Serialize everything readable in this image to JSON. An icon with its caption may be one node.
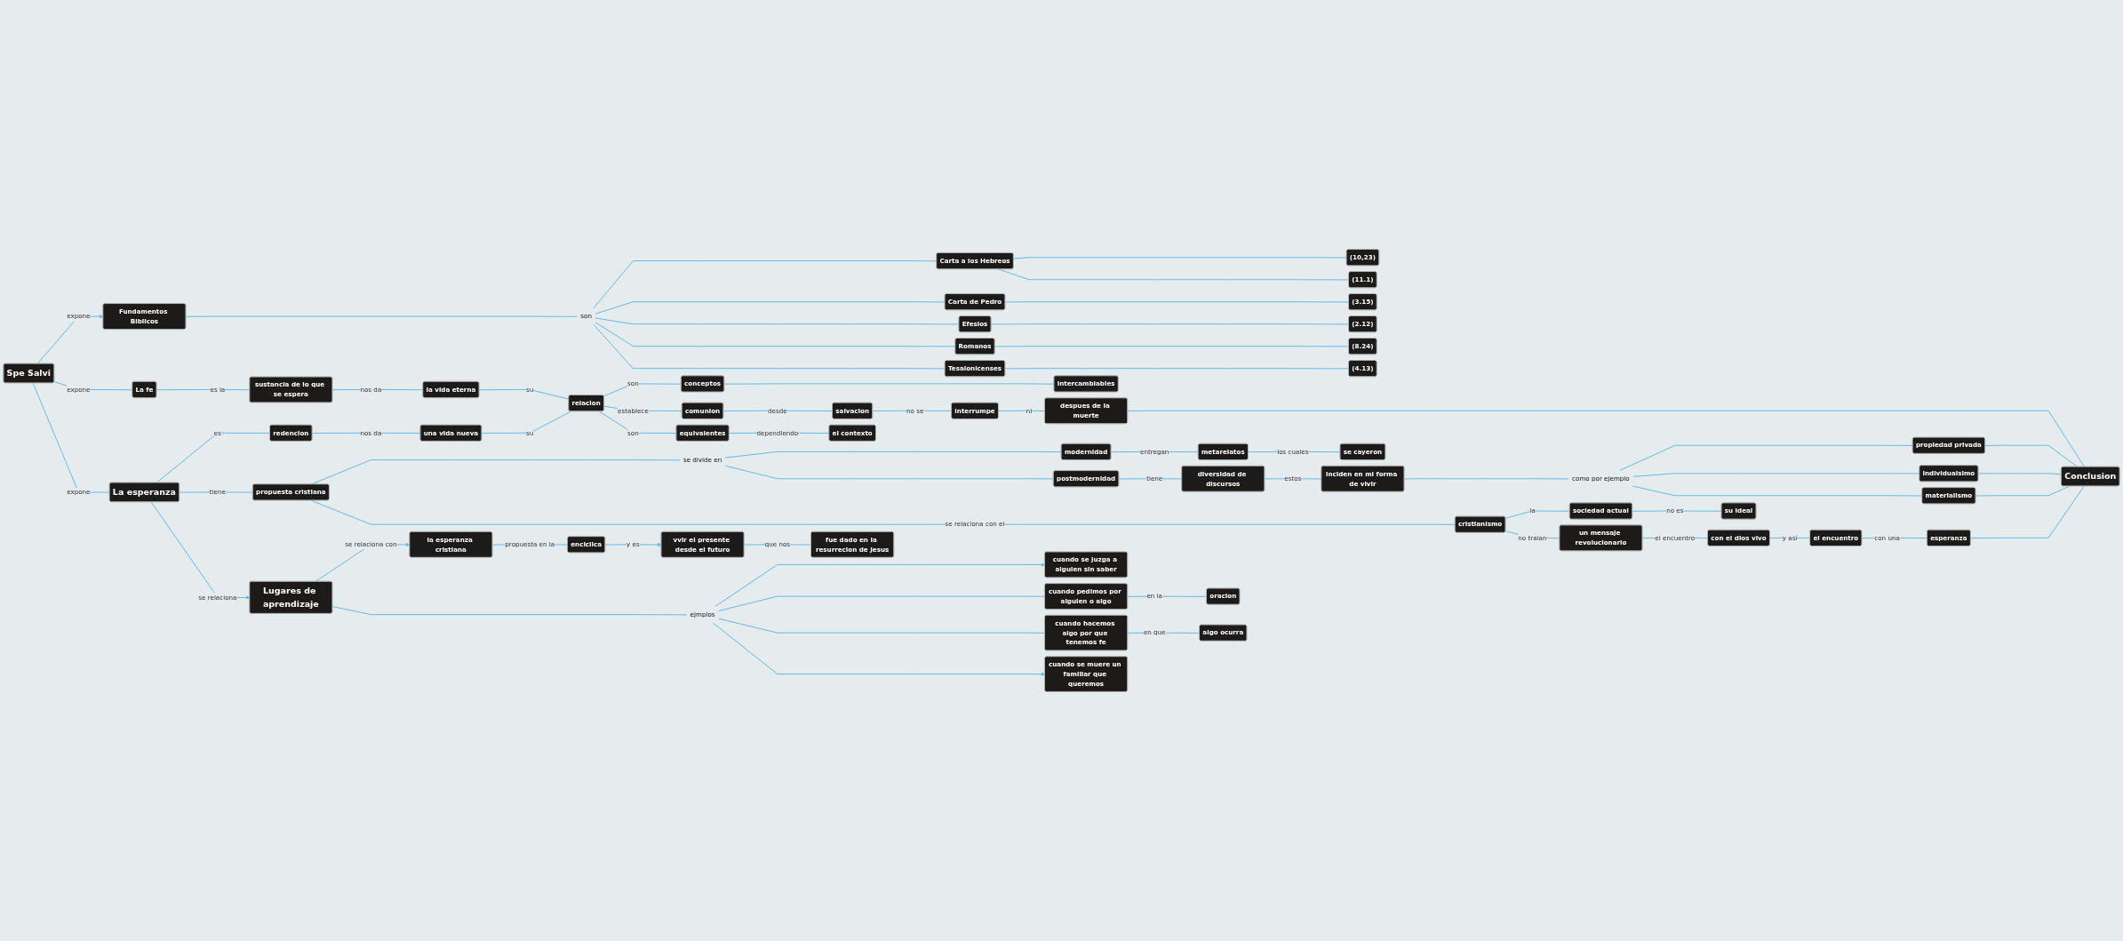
{
  "diagram": {
    "nodes": [
      {
        "text": [
          "Spe Salvi"
        ]
      },
      {
        "text": [
          "Fundamentos Biblicos"
        ]
      },
      {
        "text": [
          "La fe"
        ]
      },
      {
        "text": [
          "La esperanza"
        ]
      },
      {
        "text": [
          "son"
        ]
      },
      {
        "text": [
          "Carta a los Hebreos"
        ]
      },
      {
        "text": [
          "Carta de Pedro"
        ]
      },
      {
        "text": [
          "Efesios"
        ]
      },
      {
        "text": [
          "Romanos"
        ]
      },
      {
        "text": [
          "Tesalonicenses"
        ]
      },
      {
        "text": [
          "(10,23)"
        ]
      },
      {
        "text": [
          "(11.1)"
        ]
      },
      {
        "text": [
          "(3.15)"
        ]
      },
      {
        "text": [
          "(2.12)"
        ]
      },
      {
        "text": [
          "(8.24)"
        ]
      },
      {
        "text": [
          "(4.13)"
        ]
      },
      {
        "text": [
          "sustancia de lo que se espera"
        ]
      },
      {
        "text": [
          "la vida eterna"
        ]
      },
      {
        "text": [
          "redencion"
        ]
      },
      {
        "text": [
          "una vida nueva"
        ]
      },
      {
        "text": [
          "relacion"
        ]
      },
      {
        "text": [
          "conceptos"
        ]
      },
      {
        "text": [
          "intercambiables"
        ]
      },
      {
        "text": [
          "comunion"
        ]
      },
      {
        "text": [
          "salvacion"
        ]
      },
      {
        "text": [
          "interrumpe"
        ]
      },
      {
        "text": [
          "despues de la muerte"
        ]
      },
      {
        "text": [
          "equivalentes"
        ]
      },
      {
        "text": [
          "el contexto"
        ]
      },
      {
        "text": [
          "propuesta cristiana"
        ]
      },
      {
        "text": [
          "se divide en"
        ]
      },
      {
        "text": [
          "modernidad"
        ]
      },
      {
        "text": [
          "postmodernidad"
        ]
      },
      {
        "text": [
          "cristianismo"
        ]
      },
      {
        "text": [
          "metarelatos"
        ]
      },
      {
        "text": [
          "se cayeron"
        ]
      },
      {
        "text": [
          "diversidad de discursos"
        ]
      },
      {
        "text": [
          "inciden en mi forma de vivir"
        ]
      },
      {
        "text": [
          "como por ejemplo"
        ]
      },
      {
        "text": [
          "propiedad privada"
        ]
      },
      {
        "text": [
          "individualsimo"
        ]
      },
      {
        "text": [
          "materialismo"
        ]
      },
      {
        "text": [
          "sociedad actual"
        ]
      },
      {
        "text": [
          "su ideal"
        ]
      },
      {
        "text": [
          "un mensaje revolucionario"
        ]
      },
      {
        "text": [
          "con el dios vivo"
        ]
      },
      {
        "text": [
          "el encuentro"
        ]
      },
      {
        "text": [
          "esperanza"
        ]
      },
      {
        "text": [
          "Conclusion"
        ]
      },
      {
        "text": [
          "Lugares de aprendizaje"
        ]
      },
      {
        "text": [
          "ejmplos"
        ]
      },
      {
        "text": [
          "la esperanza cristiana"
        ]
      },
      {
        "text": [
          "enciclica"
        ]
      },
      {
        "text": [
          "vvir el presente desde el futuro"
        ]
      },
      {
        "text": [
          "fue dado en la resurrecion de Jesus"
        ]
      },
      {
        "text": [
          "cuando se juzga a alguien sin saber"
        ]
      },
      {
        "text": [
          "cuando pedimos por alguien o algo"
        ]
      },
      {
        "text": [
          "cuando hacemos algo por que tenemos fe"
        ]
      },
      {
        "text": [
          "cuando se muere un familiar que queremos"
        ]
      },
      {
        "text": [
          "oracion"
        ]
      },
      {
        "text": [
          "algo ocurra"
        ]
      }
    ],
    "edges": [
      {
        "from": 0,
        "to": 1,
        "arrow": "to",
        "label": "expone"
      },
      {
        "from": 0,
        "to": 2,
        "arrow": "none",
        "label": "expone"
      },
      {
        "from": 0,
        "to": 3,
        "arrow": "none",
        "label": "expone"
      },
      {
        "from": 1,
        "to": 4,
        "arrow": "none"
      },
      {
        "from": 4,
        "to": 5,
        "arrow": "none"
      },
      {
        "from": 4,
        "to": 6,
        "arrow": "none"
      },
      {
        "from": 4,
        "to": 7,
        "arrow": "none"
      },
      {
        "from": 4,
        "to": 8,
        "arrow": "none"
      },
      {
        "from": 4,
        "to": 9,
        "arrow": "none"
      },
      {
        "from": 5,
        "to": 10,
        "arrow": "none"
      },
      {
        "from": 5,
        "to": 11,
        "arrow": "none"
      },
      {
        "from": 6,
        "to": 12,
        "arrow": "none"
      },
      {
        "from": 7,
        "to": 13,
        "arrow": "none"
      },
      {
        "from": 8,
        "to": 14,
        "arrow": "none"
      },
      {
        "from": 9,
        "to": 15,
        "arrow": "none"
      },
      {
        "from": 2,
        "to": 16,
        "arrow": "none",
        "label": "es la"
      },
      {
        "from": 16,
        "to": 17,
        "arrow": "none",
        "label": "nos da"
      },
      {
        "from": 3,
        "to": 18,
        "arrow": "none",
        "label": "es"
      },
      {
        "from": 18,
        "to": 19,
        "arrow": "none",
        "label": "nos da"
      },
      {
        "from": 17,
        "to": 20,
        "arrow": "none",
        "label": "su"
      },
      {
        "from": 19,
        "to": 20,
        "arrow": "none",
        "label": "su"
      },
      {
        "from": 20,
        "to": 21,
        "arrow": "none",
        "label": "son"
      },
      {
        "from": 20,
        "to": 23,
        "arrow": "none",
        "label": "establece"
      },
      {
        "from": 20,
        "to": 27,
        "arrow": "none",
        "label": "son"
      },
      {
        "from": 21,
        "to": 22,
        "arrow": "none"
      },
      {
        "from": 23,
        "to": 24,
        "arrow": "none",
        "label": "desde"
      },
      {
        "from": 24,
        "to": 25,
        "arrow": "none",
        "label": "no se"
      },
      {
        "from": 25,
        "to": 26,
        "arrow": "none",
        "label": "ni"
      },
      {
        "from": 27,
        "to": 28,
        "arrow": "none",
        "label": "dependiendo"
      },
      {
        "from": 3,
        "to": 29,
        "arrow": "none",
        "label": "tiene"
      },
      {
        "from": 29,
        "to": 30,
        "arrow": "none"
      },
      {
        "from": 30,
        "to": 31,
        "arrow": "none"
      },
      {
        "from": 30,
        "to": 32,
        "arrow": "none"
      },
      {
        "from": 29,
        "to": 33,
        "arrow": "none",
        "label": "se relaciona con el"
      },
      {
        "from": 31,
        "to": 34,
        "arrow": "none",
        "label": "entregan"
      },
      {
        "from": 34,
        "to": 35,
        "arrow": "none",
        "label": "los cuales"
      },
      {
        "from": 32,
        "to": 36,
        "arrow": "none",
        "label": "tiene"
      },
      {
        "from": 36,
        "to": 37,
        "arrow": "none",
        "label": "estos"
      },
      {
        "from": 37,
        "to": 38,
        "arrow": "none"
      },
      {
        "from": 38,
        "to": 39,
        "arrow": "none"
      },
      {
        "from": 38,
        "to": 40,
        "arrow": "none"
      },
      {
        "from": 38,
        "to": 41,
        "arrow": "none"
      },
      {
        "from": 33,
        "to": 42,
        "arrow": "none",
        "label": "la"
      },
      {
        "from": 33,
        "to": 44,
        "arrow": "none",
        "label": "no traian"
      },
      {
        "from": 42,
        "to": 43,
        "arrow": "none",
        "label": "no es"
      },
      {
        "from": 44,
        "to": 45,
        "arrow": "none",
        "label": "el encuentro"
      },
      {
        "from": 45,
        "to": 46,
        "arrow": "none",
        "label": "y así"
      },
      {
        "from": 46,
        "to": 47,
        "arrow": "none",
        "label": "con una"
      },
      {
        "from": 26,
        "to": 48,
        "arrow": "none"
      },
      {
        "from": 39,
        "to": 48,
        "arrow": "none"
      },
      {
        "from": 40,
        "to": 48,
        "arrow": "none"
      },
      {
        "from": 41,
        "to": 48,
        "arrow": "none"
      },
      {
        "from": 47,
        "to": 48,
        "arrow": "none"
      },
      {
        "from": 3,
        "to": 49,
        "arrow": "to",
        "label": "se relaciona"
      },
      {
        "from": 49,
        "to": 51,
        "arrow": "to",
        "label": "se relaciona con"
      },
      {
        "from": 51,
        "to": 52,
        "arrow": "none",
        "label": "propuesta en la"
      },
      {
        "from": 52,
        "to": 53,
        "arrow": "to",
        "label": "y es"
      },
      {
        "from": 53,
        "to": 54,
        "arrow": "none",
        "label": "que nos"
      },
      {
        "from": 49,
        "to": 50,
        "arrow": "none"
      },
      {
        "from": 50,
        "to": 55,
        "arrow": "to"
      },
      {
        "from": 50,
        "to": 56,
        "arrow": "none"
      },
      {
        "from": 50,
        "to": 57,
        "arrow": "none"
      },
      {
        "from": 50,
        "to": 58,
        "arrow": "to"
      },
      {
        "from": 56,
        "to": 59,
        "arrow": "none",
        "label": "en la"
      },
      {
        "from": 57,
        "to": 60,
        "arrow": "none",
        "label": "en que"
      }
    ]
  }
}
